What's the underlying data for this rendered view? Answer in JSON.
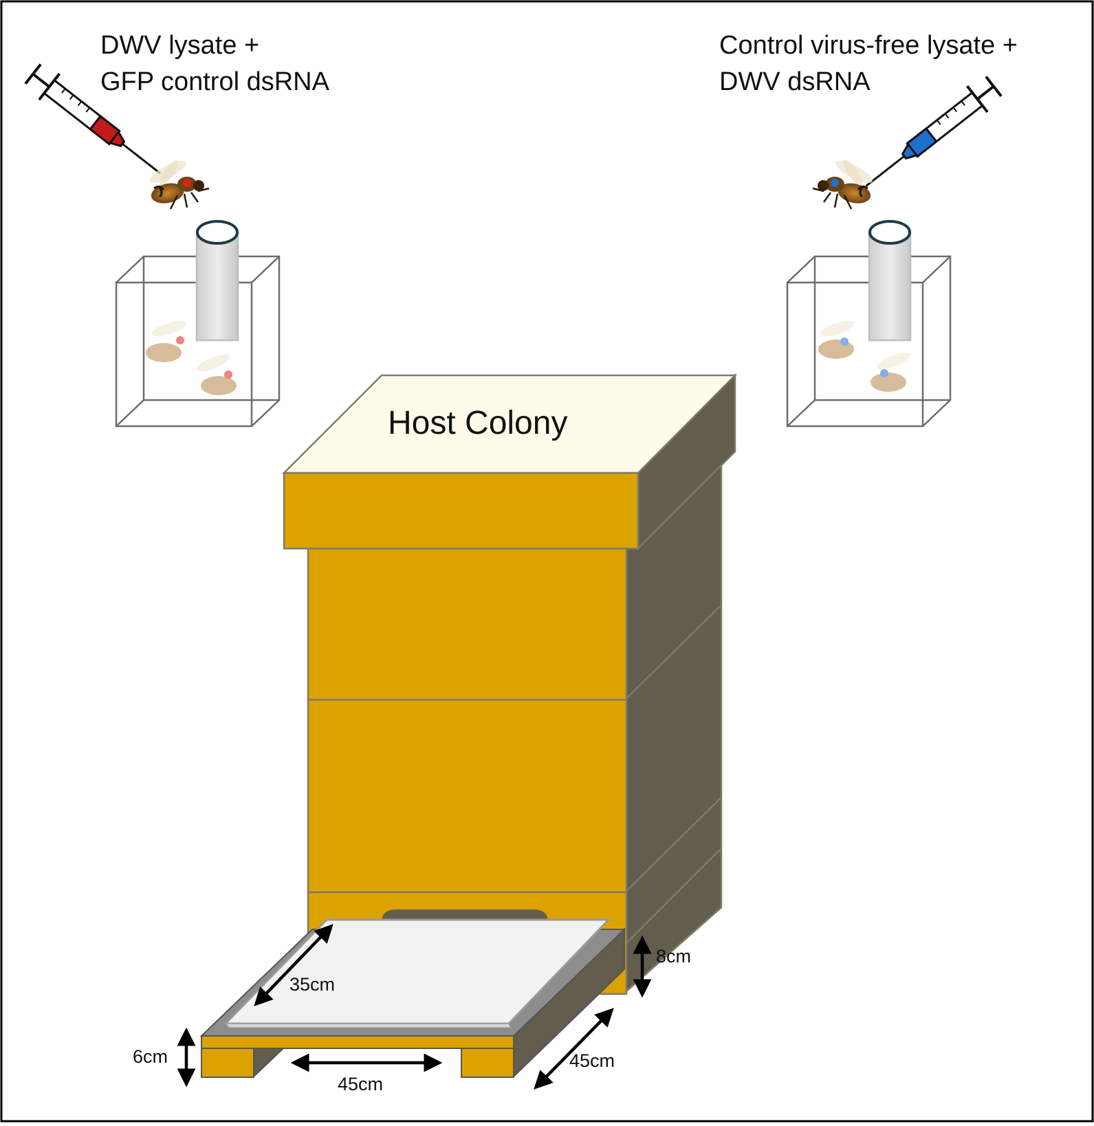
{
  "left_group": {
    "line1": "DWV lysate +",
    "line2": "GFP control dsRNA",
    "syringe_color": "#c41a1a",
    "icon_names": [
      "syringe-icon",
      "bee-icon",
      "cage-icon"
    ]
  },
  "right_group": {
    "line1": "Control virus-free lysate +",
    "line2": "DWV dsRNA",
    "syringe_color": "#1f6fd0",
    "icon_names": [
      "syringe-icon",
      "bee-icon",
      "cage-icon"
    ]
  },
  "hive": {
    "title": "Host Colony",
    "colors": {
      "body": "#dca300",
      "side": "#625d4d",
      "roof_top": "#fffbea",
      "board": "#f2f2f2",
      "board_edge": "#8d8d8d"
    }
  },
  "dimensions": {
    "board_depth": "35cm",
    "entrance_height": "8cm",
    "stand_height": "6cm",
    "stand_width": "45cm",
    "stand_depth": "45cm"
  }
}
